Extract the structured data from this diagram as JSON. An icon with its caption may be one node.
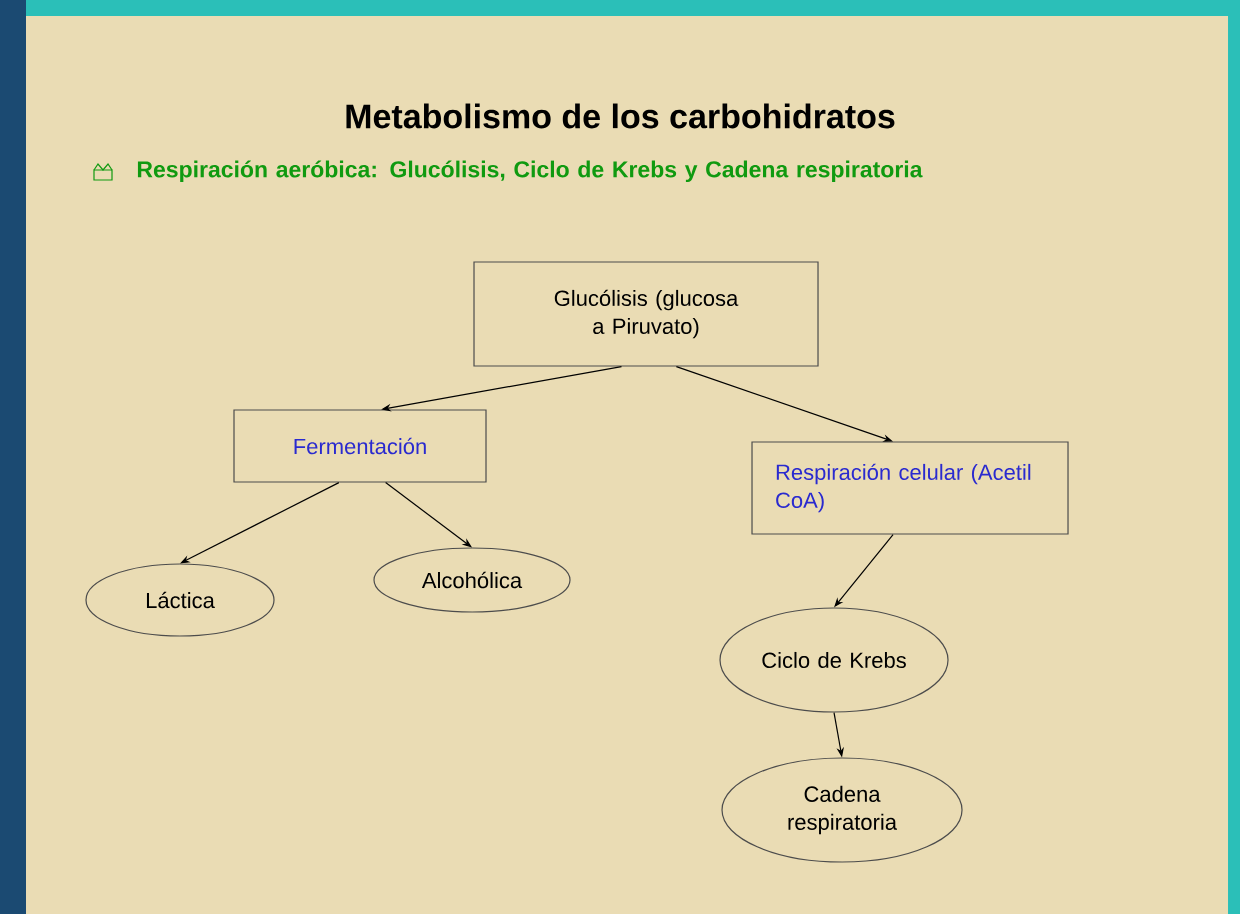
{
  "diagram": {
    "title": "Metabolismo de los carbohidratos",
    "nodes": [
      {
        "text": [
          "Glucólisis (glucosa a Piruvato)"
        ]
      },
      {
        "text": [
          "Fermentación"
        ]
      },
      {
        "text": [
          "Respiración celular (Acetil CoA)"
        ]
      },
      {
        "text": [
          "Láctica"
        ]
      },
      {
        "text": [
          "Alcohólica"
        ]
      },
      {
        "text": [
          "Ciclo de Krebs"
        ]
      },
      {
        "text": [
          "Cadena respiratoria"
        ]
      }
    ],
    "edges": [
      {
        "from": 0,
        "to": 1,
        "arrow": "to"
      },
      {
        "from": 0,
        "to": 2,
        "arrow": "to"
      },
      {
        "from": 1,
        "to": 3,
        "arrow": "to"
      },
      {
        "from": 1,
        "to": 4,
        "arrow": "to"
      },
      {
        "from": 2,
        "to": 5,
        "arrow": "to"
      },
      {
        "from": 5,
        "to": 6,
        "arrow": "to"
      }
    ],
    "labels": [
      "Respiración aeróbica: Glucólisis, Ciclo de Krebs y Cadena respiratoria"
    ]
  }
}
